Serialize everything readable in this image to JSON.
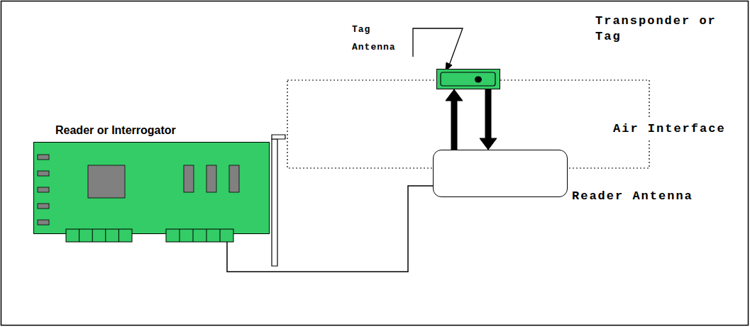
{
  "diagram": {
    "nodes": [
      {
        "text": [
          "Reader or Interrogator"
        ]
      },
      {
        "text": [
          "Transponder or Tag"
        ]
      },
      {
        "text": [
          "Reader Antenna"
        ]
      }
    ],
    "edges": [
      {
        "from": 0,
        "to": 2,
        "arrow": "none"
      },
      {
        "from": 2,
        "to": 1,
        "arrow": "to"
      },
      {
        "from": 1,
        "to": 2,
        "arrow": "to"
      }
    ],
    "labels": [
      "Tag Antenna",
      "Air Interface"
    ]
  }
}
